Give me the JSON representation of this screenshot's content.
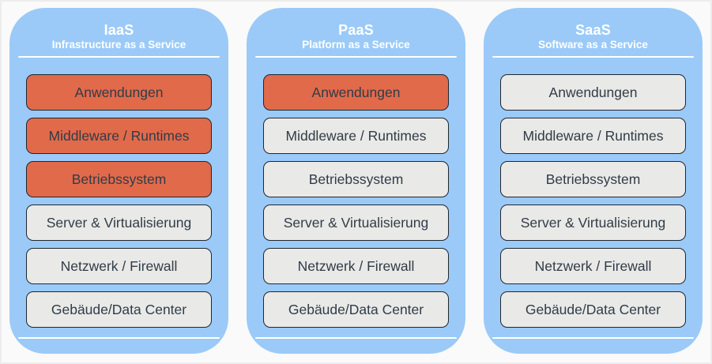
{
  "colors": {
    "page_background": "#fafafa",
    "panel_background": "#9bcaf8",
    "highlight_box": "#e16a4b",
    "default_box": "#e9e9e7",
    "box_border": "#20272e",
    "box_text": "#303c47",
    "header_text": "#ffffff"
  },
  "columns": [
    {
      "id": "iaas",
      "title": "IaaS",
      "subtitle": "Infrastructure as a Service",
      "layers": [
        {
          "label": "Anwendungen",
          "highlighted": true
        },
        {
          "label": "Middleware / Runtimes",
          "highlighted": true
        },
        {
          "label": "Betriebssystem",
          "highlighted": true
        },
        {
          "label": "Server & Virtualisierung",
          "highlighted": false
        },
        {
          "label": "Netzwerk / Firewall",
          "highlighted": false
        },
        {
          "label": "Gebäude/Data Center",
          "highlighted": false
        }
      ]
    },
    {
      "id": "paas",
      "title": "PaaS",
      "subtitle": "Platform as a Service",
      "layers": [
        {
          "label": "Anwendungen",
          "highlighted": true
        },
        {
          "label": "Middleware / Runtimes",
          "highlighted": false
        },
        {
          "label": "Betriebssystem",
          "highlighted": false
        },
        {
          "label": "Server & Virtualisierung",
          "highlighted": false
        },
        {
          "label": "Netzwerk / Firewall",
          "highlighted": false
        },
        {
          "label": "Gebäude/Data Center",
          "highlighted": false
        }
      ]
    },
    {
      "id": "saas",
      "title": "SaaS",
      "subtitle": "Software as a Service",
      "layers": [
        {
          "label": "Anwendungen",
          "highlighted": false
        },
        {
          "label": "Middleware / Runtimes",
          "highlighted": false
        },
        {
          "label": "Betriebssystem",
          "highlighted": false
        },
        {
          "label": "Server & Virtualisierung",
          "highlighted": false
        },
        {
          "label": "Netzwerk / Firewall",
          "highlighted": false
        },
        {
          "label": "Gebäude/Data Center",
          "highlighted": false
        }
      ]
    }
  ]
}
